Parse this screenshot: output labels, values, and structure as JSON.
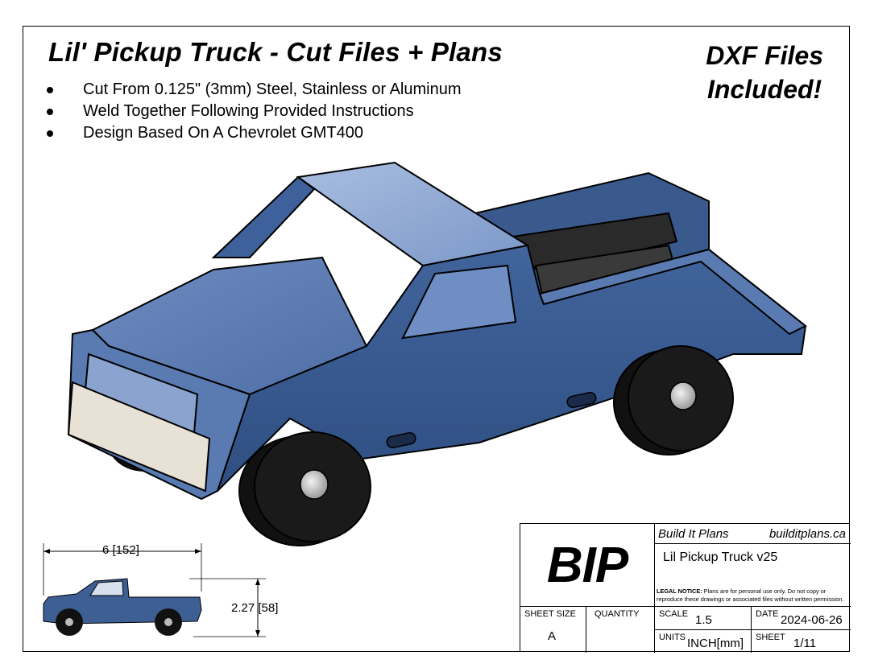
{
  "title": "Lil' Pickup Truck - Cut Files + Plans",
  "promo": {
    "line1": "DXF Files",
    "line2": "Included!"
  },
  "bullets": [
    "Cut From 0.125\" (3mm) Steel, Stainless or Aluminum",
    "Weld Together Following Provided Instructions",
    "Design Based On A Chevrolet GMT400"
  ],
  "dimensions": {
    "length": "6 [152]",
    "height": "2.27 [58]"
  },
  "title_block": {
    "logo": "BIP",
    "company": "Build It Plans",
    "website": "builditplans.ca",
    "part_name": "Lil Pickup Truck v25",
    "legal_title": "LEGAL NOTICE:",
    "legal_text": "Plans are for personal use only. Do not copy or reproduce these drawings or associated files without written permission.",
    "sheet_size_label": "SHEET SIZE",
    "sheet_size": "A",
    "quantity_label": "QUANTITY",
    "quantity": "",
    "scale_label": "SCALE",
    "scale": "1.5",
    "date_label": "DATE",
    "date": "2024-06-26",
    "units_label": "UNITS",
    "units": "INCH[mm]",
    "sheet_label": "SHEET",
    "sheet": "1/11"
  },
  "colors": {
    "truck_body": "#3d5f94",
    "truck_light": "#7a96c4",
    "bumper": "#e7e1d6",
    "wheel": "#101010"
  }
}
